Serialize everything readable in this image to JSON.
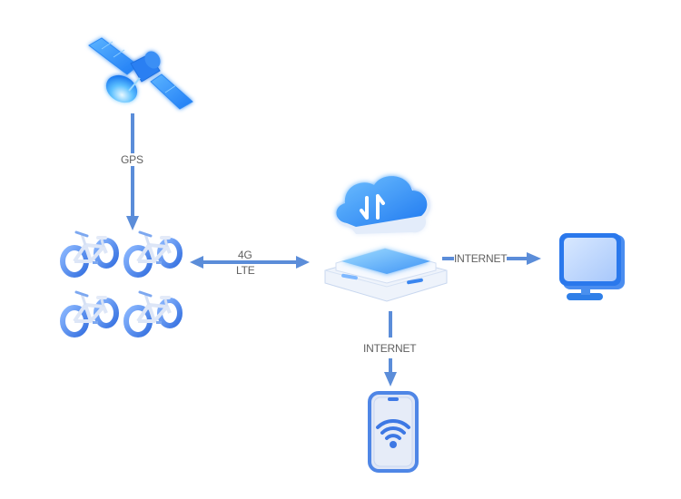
{
  "diagram": {
    "colors": {
      "connector": "#5b8dd9",
      "label_text": "#606060",
      "device_blue": "#3f86f0",
      "device_light": "#cfe2ff",
      "background": "#ffffff"
    },
    "nodes": [
      {
        "id": "satellite",
        "icon": "satellite-icon"
      },
      {
        "id": "bikes",
        "icon": "bicycle-icon",
        "count": 4
      },
      {
        "id": "cloud-server",
        "icon": "cloud-server-icon"
      },
      {
        "id": "monitor",
        "icon": "monitor-icon"
      },
      {
        "id": "phone",
        "icon": "smartphone-wifi-icon"
      }
    ],
    "edges": [
      {
        "from": "satellite",
        "to": "bikes",
        "label": "GPS",
        "direction": "forward"
      },
      {
        "from": "bikes",
        "to": "cloud-server",
        "label_line1": "4G",
        "label_line2": "LTE",
        "direction": "both"
      },
      {
        "from": "cloud-server",
        "to": "monitor",
        "label": "INTERNET",
        "direction": "forward"
      },
      {
        "from": "cloud-server",
        "to": "phone",
        "label": "INTERNET",
        "direction": "forward"
      }
    ]
  }
}
